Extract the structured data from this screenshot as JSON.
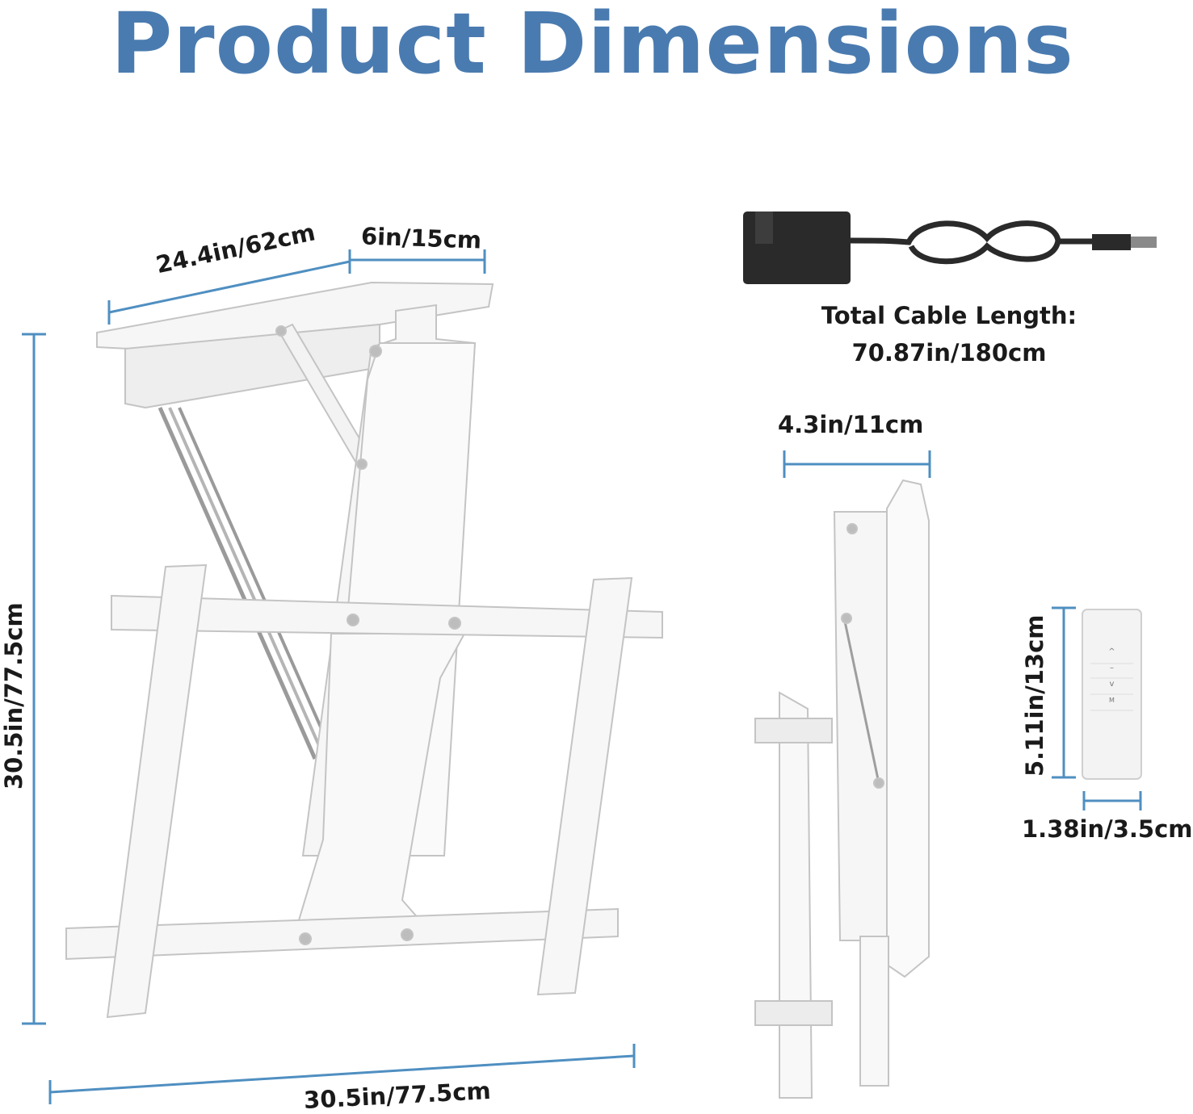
{
  "title": "Product Dimensions",
  "colors": {
    "title": "#4a7bb0",
    "dimension_line": "#4f8fc1",
    "mount": "#f5f5f5",
    "mount_edge": "#c6c6c6",
    "adapter": "#2a2a2a"
  },
  "mount": {
    "top_width": "24.4in/62cm",
    "top_depth": "6in/15cm",
    "height": "30.5in/77.5cm",
    "width": "30.5in/77.5cm"
  },
  "adapter": {
    "cable_label_line1": "Total Cable Length:",
    "cable_label_line2": "70.87in/180cm"
  },
  "side_view": {
    "depth": "4.3in/11cm"
  },
  "remote": {
    "height": "5.11in/13cm",
    "width": "1.38in/3.5cm",
    "buttons": [
      "^",
      "–",
      "v",
      "M"
    ]
  }
}
